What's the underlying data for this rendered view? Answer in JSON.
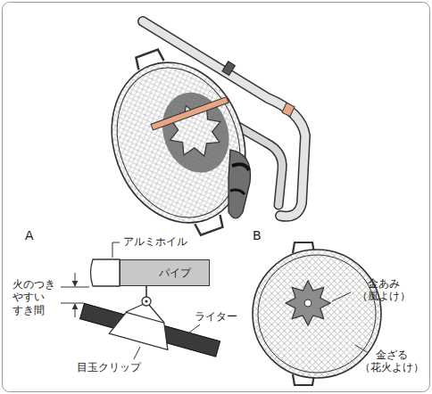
{
  "diagram": {
    "nodes": [
      {
        "text": [
          "パイプ"
        ]
      }
    ],
    "labels": [
      "A",
      "B",
      "アルミホイル",
      "火のつき やすい すき間",
      "ライター",
      "目玉クリップ",
      "金あみ （風よけ）",
      "金ざる （花火よけ）"
    ]
  }
}
